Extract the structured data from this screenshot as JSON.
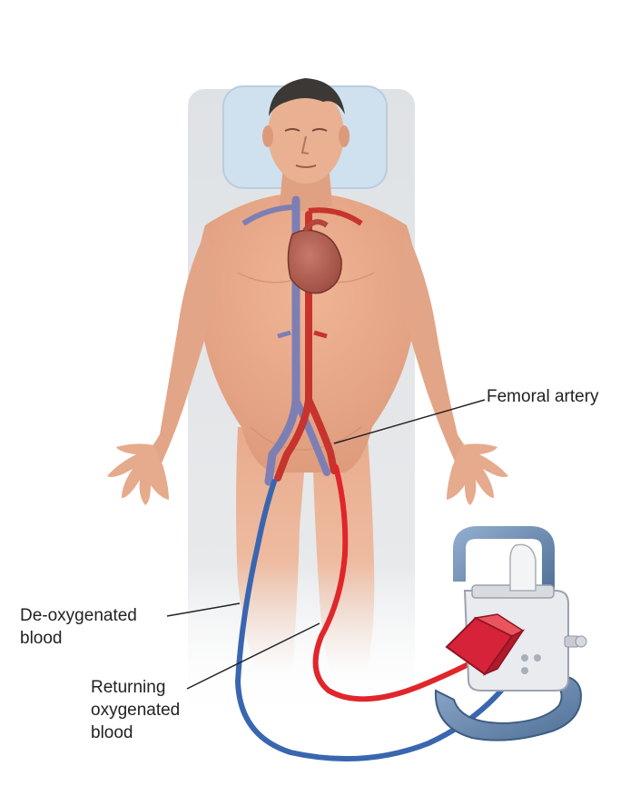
{
  "labels": {
    "femoral_artery": "Femoral artery",
    "deoxygenated": [
      "De-oxygenated",
      "blood"
    ],
    "returning": [
      "Returning",
      "oxygenated",
      "blood"
    ]
  },
  "colors": {
    "deoxygenated_tube": "#3a66b0",
    "oxygenated_tube": "#e0262b",
    "skin": "#e9ad8f",
    "bed": "#e2e4e6",
    "pillow": "#cfe0ee",
    "machine_frame": "#6c8fb4"
  }
}
